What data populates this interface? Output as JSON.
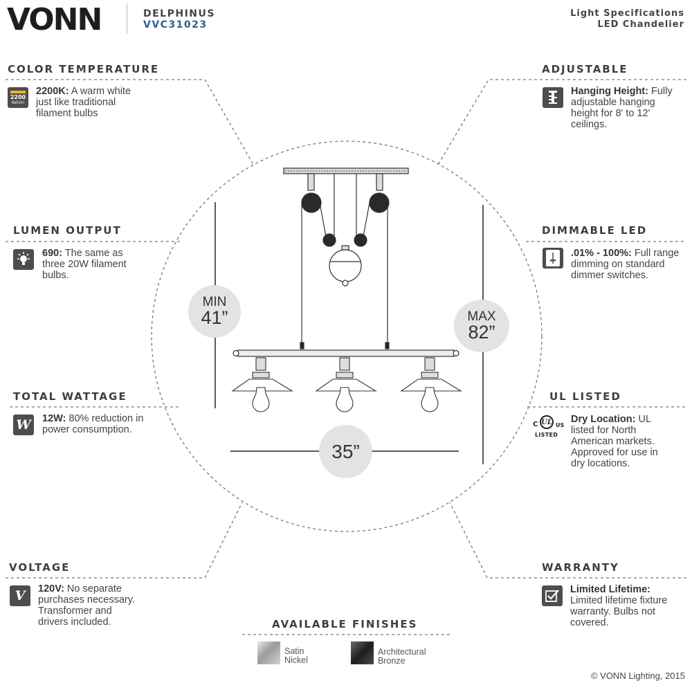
{
  "header": {
    "brand": "VONN",
    "product_name": "DELPHINUS",
    "sku": "VVC31023",
    "spec_line1": "Light Specifications",
    "spec_line2": "LED Chandelier"
  },
  "sections": {
    "color_temperature": {
      "title": "COLOR TEMPERATURE",
      "icon": "kelvin-icon",
      "icon_text_1": "2200",
      "icon_text_2": "Kelvin",
      "value": "2200K:",
      "text_1": " A warm white",
      "text_2": "just like traditional",
      "text_3": "filament bulbs"
    },
    "adjustable": {
      "title": "ADJUSTABLE",
      "icon": "ruler-icon",
      "value": "Hanging Height:",
      "text_1": " Fully",
      "text_2": "adjustable hanging",
      "text_3": "height for 8' to 12'",
      "text_4": "ceilings."
    },
    "lumen_output": {
      "title": "LUMEN OUTPUT",
      "icon": "bulb-icon",
      "value": "690:",
      "text_1": " The same as",
      "text_2": "three 20W filament",
      "text_3": "bulbs."
    },
    "dimmable_led": {
      "title": "DIMMABLE LED",
      "icon": "dimmer-icon",
      "value": ".01% - 100%:",
      "text_1": " Full range",
      "text_2": "dimming on standard",
      "text_3": "dimmer switches."
    },
    "total_wattage": {
      "title": "TOTAL WATTAGE",
      "icon": "wattage-icon",
      "icon_letter": "W",
      "value": "12W:",
      "text_1": " 80% reduction in",
      "text_2": "power consumption."
    },
    "ul_listed": {
      "title": "UL LISTED",
      "icon": "ul-listed-icon",
      "icon_text_c": "C",
      "icon_text_ul": "UL",
      "icon_text_us": "US",
      "icon_text_listed": "LISTED",
      "value": "Dry Location:",
      "text_1": " UL",
      "text_2": "listed for North",
      "text_3": "American markets.",
      "text_4": "Approved for use in",
      "text_5": "dry locations."
    },
    "voltage": {
      "title": "VOLTAGE",
      "icon": "voltage-icon",
      "icon_letter": "V",
      "value": "120V:",
      "text_1": " No separate",
      "text_2": "purchases necessary.",
      "text_3": "Transformer and",
      "text_4": "drivers included."
    },
    "warranty": {
      "title": "WARRANTY",
      "icon": "warranty-check-icon",
      "value": "Limited Lifetime:",
      "text_1": "Limited lifetime fixture",
      "text_2": "warranty.  Bulbs not",
      "text_3": "covered."
    }
  },
  "dimensions": {
    "min_label": "MIN",
    "min_value": "41”",
    "max_label": "MAX",
    "max_value": "82”",
    "width_value": "35”"
  },
  "finishes": {
    "title": "AVAILABLE FINISHES",
    "items": [
      {
        "line1": "Satin",
        "line2": "Nickel",
        "color": "#b8b8b8"
      },
      {
        "line1": "Architectural",
        "line2": "Bronze",
        "color": "#3a3a3a"
      }
    ]
  },
  "footer": {
    "copyright": "© VONN Lighting, 2015"
  },
  "colors": {
    "accent_blue": "#2e5f97",
    "icon_bg": "#4d4d4d",
    "dim_circle": "#e3e3e3",
    "dashed_line": "#777777"
  }
}
